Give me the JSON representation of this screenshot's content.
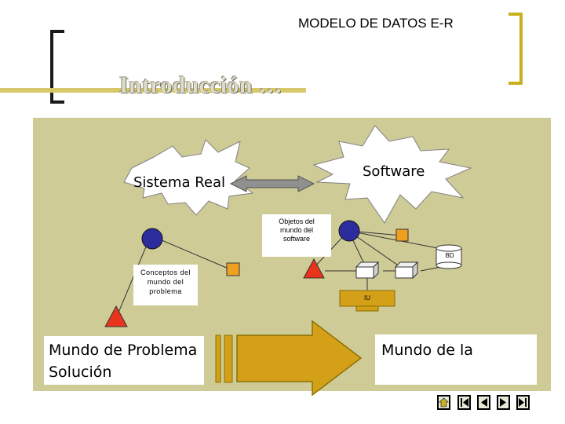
{
  "header": {
    "title": "MODELO DE DATOS E-R"
  },
  "slide": {
    "title": "Introducción …"
  },
  "diagram": {
    "sistema_real": "Sistema Real",
    "software": "Software",
    "objetos": "Objetos del\nmundo del\nsoftware",
    "conceptos": "Conceptos del\nmundo del\nproblema",
    "bd": "BD",
    "iu": "IU",
    "mundo_problema": "Mundo de Problema\nSolución",
    "mundo_la": "Mundo de la"
  },
  "colors": {
    "panel": "#cfcb96",
    "accent_bracket": "#c8b020",
    "circle": "#2c2c9c",
    "triangle": "#e8341c",
    "square": "#f0a020",
    "arrow": "#d4a018"
  },
  "nav": [
    "home-icon",
    "first-icon",
    "previous-icon",
    "next-icon",
    "last-icon"
  ]
}
